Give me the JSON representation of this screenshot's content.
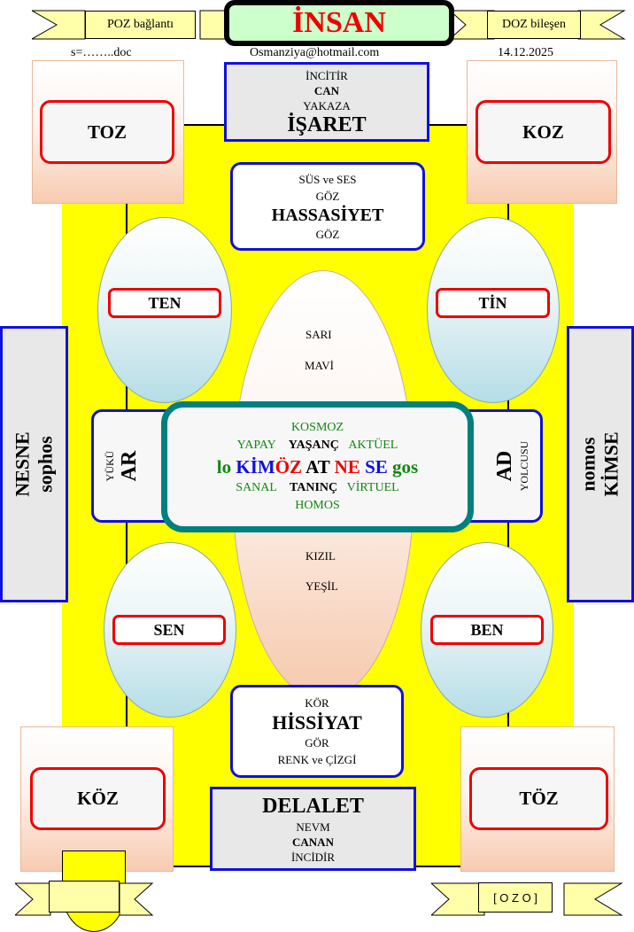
{
  "header": {
    "title": "İNSAN",
    "left_ribbon": "POZ bağlantı",
    "right_ribbon": "DOZ bileşen",
    "file": "s=……..doc",
    "email": "Osmanziya@hotmail.com",
    "date": "14.12.2025"
  },
  "corners": {
    "top_left": "TOZ",
    "top_right": "KOZ",
    "bottom_left": "KÖZ",
    "bottom_right": "TÖZ"
  },
  "isaret": {
    "l1": "İNCİTİR",
    "l2": "CAN",
    "l3": "YAKAZA",
    "title": "İŞARET"
  },
  "hassasiyet": {
    "l1": "SÜS ve  SES",
    "l2": "GÖZ",
    "title": "HASSASİYET",
    "l3": "GÖZ"
  },
  "ellipses": {
    "ten": "TEN",
    "tin": "TİN",
    "sen": "SEN",
    "ben": "BEN"
  },
  "central": {
    "top1": "SARI",
    "top2": "MAVİ",
    "bot1": "KIZIL",
    "bot2": "YEŞİL"
  },
  "sides": {
    "left_a": "NESNE",
    "left_b": "sophos",
    "right_a": "nomos",
    "right_b": "KİMSE"
  },
  "ar": {
    "small": "YÜKÜ",
    "big": "AR"
  },
  "ad": {
    "big": "AD",
    "small": "YOLCUSU"
  },
  "center": {
    "kosmoz": "KOSMOZ",
    "yapay": "YAPAY",
    "yasanc": "YAŞANÇ",
    "aktuel": "AKTÜEL",
    "w": [
      "lo",
      "KİM",
      "ÖZ",
      "AT",
      "NE",
      "SE",
      "gos"
    ],
    "sanal": "SANAL",
    "taninc": "TANINÇ",
    "virtuel": "VİRTUEL",
    "homos": "HOMOS"
  },
  "hissiyat": {
    "l1": "KÖR",
    "title": "HİSSİYAT",
    "l2": "GÖR",
    "l3": "RENK ve  ÇİZGİ"
  },
  "delalet": {
    "title": "DELALET",
    "l1": "NEVM",
    "l2": "CANAN",
    "l3": "İNCİDİR"
  },
  "footer": {
    "right_ribbon": "[ O Z O ]"
  }
}
